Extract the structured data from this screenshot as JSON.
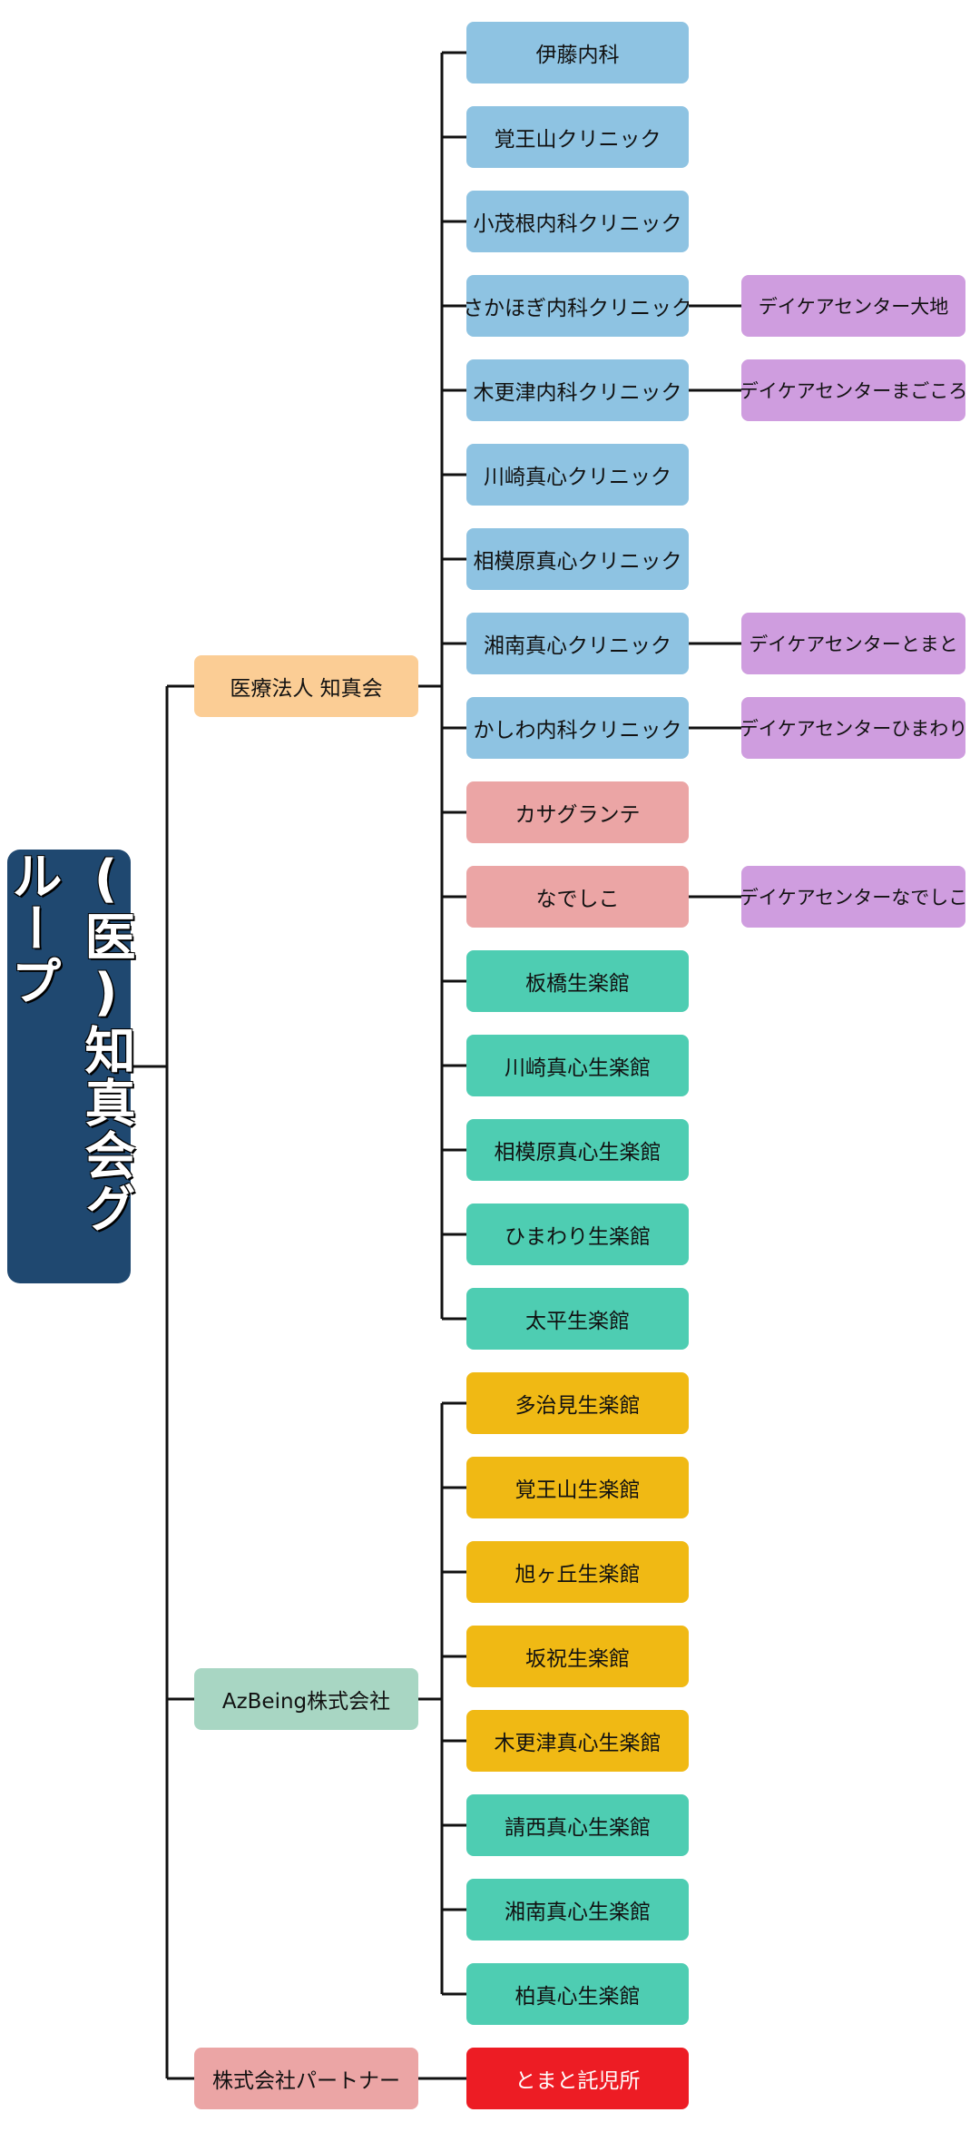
{
  "colors": {
    "root": "#1f4870",
    "orange": "#fbcd95",
    "mint": "#a8d6c3",
    "pink": "#eba5a5",
    "blue": "#8ec3e2",
    "purple": "#cf9ddf",
    "teal": "#4ecdb2",
    "yellow": "#f0b914",
    "red": "#ed1c24",
    "line": "#111111"
  },
  "root": {
    "label": "(医)知真会グループ"
  },
  "groups": [
    {
      "label": "医療法人 知真会",
      "color": "orange",
      "children": [
        {
          "label": "伊藤内科",
          "color": "blue"
        },
        {
          "label": "覚王山クリニック",
          "color": "blue"
        },
        {
          "label": "小茂根内科クリニック",
          "color": "blue"
        },
        {
          "label": "さかほぎ内科クリニック",
          "color": "blue",
          "daycare": "デイケアセンター大地"
        },
        {
          "label": "木更津内科クリニック",
          "color": "blue",
          "daycare": "デイケアセンターまごころ"
        },
        {
          "label": "川崎真心クリニック",
          "color": "blue"
        },
        {
          "label": "相模原真心クリニック",
          "color": "blue"
        },
        {
          "label": "湘南真心クリニック",
          "color": "blue",
          "daycare": "デイケアセンターとまと"
        },
        {
          "label": "かしわ内科クリニック",
          "color": "blue",
          "daycare": "デイケアセンターひまわり"
        },
        {
          "label": "カサグランテ",
          "color": "pink"
        },
        {
          "label": "なでしこ",
          "color": "pink",
          "daycare": "デイケアセンターなでしこ"
        },
        {
          "label": "板橋生楽館",
          "color": "teal"
        },
        {
          "label": "川崎真心生楽館",
          "color": "teal"
        },
        {
          "label": "相模原真心生楽館",
          "color": "teal"
        },
        {
          "label": "ひまわり生楽館",
          "color": "teal"
        },
        {
          "label": "太平生楽館",
          "color": "teal"
        }
      ]
    },
    {
      "label": "AzBeing株式会社",
      "color": "mint",
      "children": [
        {
          "label": "多治見生楽館",
          "color": "yellow"
        },
        {
          "label": "覚王山生楽館",
          "color": "yellow"
        },
        {
          "label": "旭ヶ丘生楽館",
          "color": "yellow"
        },
        {
          "label": "坂祝生楽館",
          "color": "yellow"
        },
        {
          "label": "木更津真心生楽館",
          "color": "yellow"
        },
        {
          "label": "請西真心生楽館",
          "color": "teal"
        },
        {
          "label": "湘南真心生楽館",
          "color": "teal"
        },
        {
          "label": "柏真心生楽館",
          "color": "teal"
        }
      ]
    },
    {
      "label": "株式会社パートナー",
      "color": "pink",
      "children": [
        {
          "label": "とまと託児所",
          "color": "red"
        }
      ]
    }
  ]
}
